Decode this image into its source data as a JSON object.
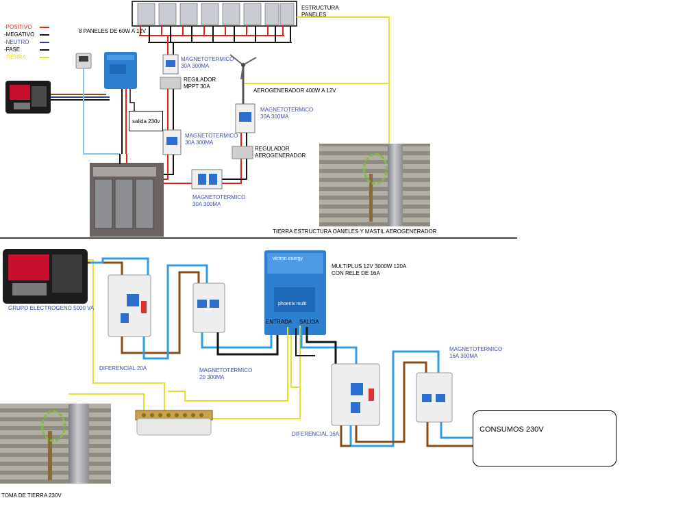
{
  "legend": [
    {
      "label": "-POSITIVO",
      "color": "#e0211b"
    },
    {
      "label": "-MEGATIVO",
      "color": "#111111"
    },
    {
      "label": "-NEUTRO",
      "color": "#2a3ea8"
    },
    {
      "label": "-FASE",
      "color": "#111111"
    },
    {
      "label": "-TIERRA",
      "color": "#e6e02a"
    }
  ],
  "colors": {
    "positivo": "#e0211b",
    "negativo": "#111111",
    "neutro": "#2a3ea8",
    "fase": "#111111",
    "tierra": "#e6e02a",
    "brown": "#8b4a14",
    "lightblue": "#2f9be0",
    "victron": "#2d7fd0"
  },
  "top": {
    "paneles_count_label": "8 PANELES DE 60W A 12V",
    "estructura_label": "ESTRUCTURA PANELES",
    "mag1": "MAGNETOTERMICO 30A 300MA",
    "regulador_mppt": "REGILADOR MPPT 30A",
    "aerogenerador": "AEROGENERADOR 400W A 12V",
    "mag2": "MAGNETOTERMICO 30A 300MA",
    "mag3": "MAGNETOTERMICO 30A 300MA",
    "regulador_aero": "REGULADOR AEROGENERADOR",
    "salida": "salida 230v",
    "mag4": "MAGNETOTERMICO 30A 300MA",
    "tierra_label": "TIERRA ESTRUCTURA OANELES Y MASTIL AEROGENERADOR"
  },
  "bottom": {
    "grupo": "GRUPO ELECTROGENO 5000 VA",
    "diferencial20": "DIFERENCIAL 20A",
    "mag20": "MAGNETOTERMICO 20 300MA",
    "multiplus": "MULTIPLUS 12V 3000W 120A CON RELE DE 16A",
    "entrada": "ENTRADA",
    "salida": "SALIDA",
    "diferencial16": "DIFERENCIAL 16A",
    "mag16": "MAGNETOTERMICO 16A 300MA",
    "consumos": "CONSUMOS 230V",
    "toma_tierra": "TOMA DE TIERRA 230V",
    "victron_brand": "victron energy",
    "phoenix": "phoenix multi"
  }
}
